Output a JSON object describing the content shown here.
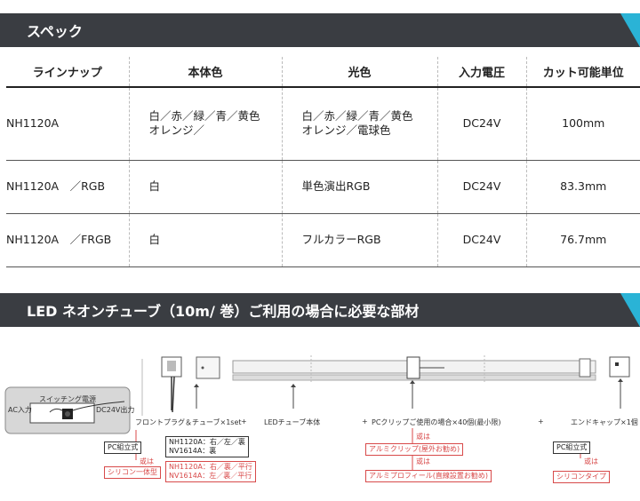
{
  "spec_section": {
    "title": "スペック",
    "columns": [
      "ラインナップ",
      "本体色",
      "光色",
      "入力電圧",
      "カット可能単位"
    ],
    "rows": [
      {
        "lineup": "NH1120A",
        "body_color_1": "白／赤／緑／青／黄色",
        "body_color_2": "オレンジ／",
        "light_color_1": "白／赤／緑／青／黄色",
        "light_color_2": "オレンジ／電球色",
        "voltage": "DC24V",
        "cut_unit": "100mm"
      },
      {
        "lineup": "NH1120A　／RGB",
        "body_color_1": "白",
        "body_color_2": "",
        "light_color_1": "単色演出RGB",
        "light_color_2": "",
        "voltage": "DC24V",
        "cut_unit": "83.3mm"
      },
      {
        "lineup": "NH1120A　／FRGB",
        "body_color_1": "白",
        "body_color_2": "",
        "light_color_1": "フルカラーRGB",
        "light_color_2": "",
        "voltage": "DC24V",
        "cut_unit": "76.7mm"
      }
    ]
  },
  "parts_section": {
    "title": "LED ネオンチューブ（10m/ 巻）ご利用の場合に必要な部材",
    "power": {
      "label": "スイッチング電源",
      "ac_in": "AC入力",
      "dc_out": "DC24V出力"
    },
    "front_plug": {
      "label": "フロントプラグ＆チューブ×1set",
      "assembly": "PC組立式",
      "assembly_models_1": "NH1120A：右／左／裏",
      "assembly_models_2": "NV1614A：裏",
      "or_text": "或は",
      "silicone": "シリコン一体型",
      "silicone_models_1": "NH1120A：右／裏／平行",
      "silicone_models_2": "NV1614A：左／裏／平行"
    },
    "tube_body": {
      "label": "LEDチューブ本体"
    },
    "clip": {
      "label": "PCクリップご使用の場合×40個(最小限)",
      "or_text_1": "或は",
      "alu_clip": "アルミクリップ(屋外お勧め)",
      "or_text_2": "或は",
      "alu_profile": "アルミプロフィール(直線設置お勧め)"
    },
    "end_cap": {
      "label": "エンドキャップ×1個",
      "assembly": "PC組立式",
      "or_text": "或は",
      "silicone": "シリコンタイプ"
    },
    "plus_signs": [
      "+",
      "+",
      "+",
      "+"
    ]
  },
  "colors": {
    "header_bg": "#3a3d42",
    "accent": "#2ab3d6",
    "red": "#d84a4a"
  }
}
